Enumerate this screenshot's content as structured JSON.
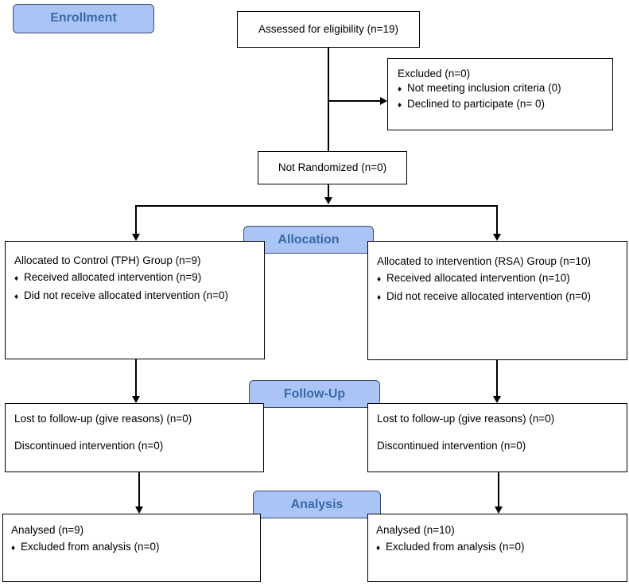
{
  "phases": {
    "enrollment": "Enrollment",
    "allocation": "Allocation",
    "follow_up": "Follow-Up",
    "analysis": "Analysis"
  },
  "assessed": "Assessed for eligibility (n=19)",
  "excluded": {
    "title": "Excluded (n=0)",
    "items": [
      "Not meeting inclusion criteria (0)",
      "Declined to participate (n= 0)"
    ]
  },
  "not_randomized": "Not Randomized (n=0)",
  "allocation": {
    "left": {
      "title": "Allocated to Control (TPH) Group (n=9)",
      "items": [
        "Received allocated intervention (n=9)",
        "Did not receive allocated intervention (n=0)"
      ]
    },
    "right": {
      "title": "Allocated to intervention (RSA) Group (n=10)",
      "items": [
        "Received allocated intervention (n=10)",
        "Did not receive allocated intervention (n=0)"
      ]
    }
  },
  "follow_up": {
    "left": {
      "lost": "Lost to follow-up (give reasons) (n=0)",
      "discontinued": "Discontinued intervention (n=0)"
    },
    "right": {
      "lost": "Lost to follow-up (give reasons) (n=0)",
      "discontinued": "Discontinued intervention (n=0)"
    }
  },
  "analysis": {
    "left": {
      "title": "Analysed (n=9)",
      "items": [
        "Excluded from analysis (n=0)"
      ]
    },
    "right": {
      "title": "Analysed (n=10)",
      "items": [
        "Excluded from analysis (n=0)"
      ]
    }
  },
  "bullet_glyph": "♦"
}
